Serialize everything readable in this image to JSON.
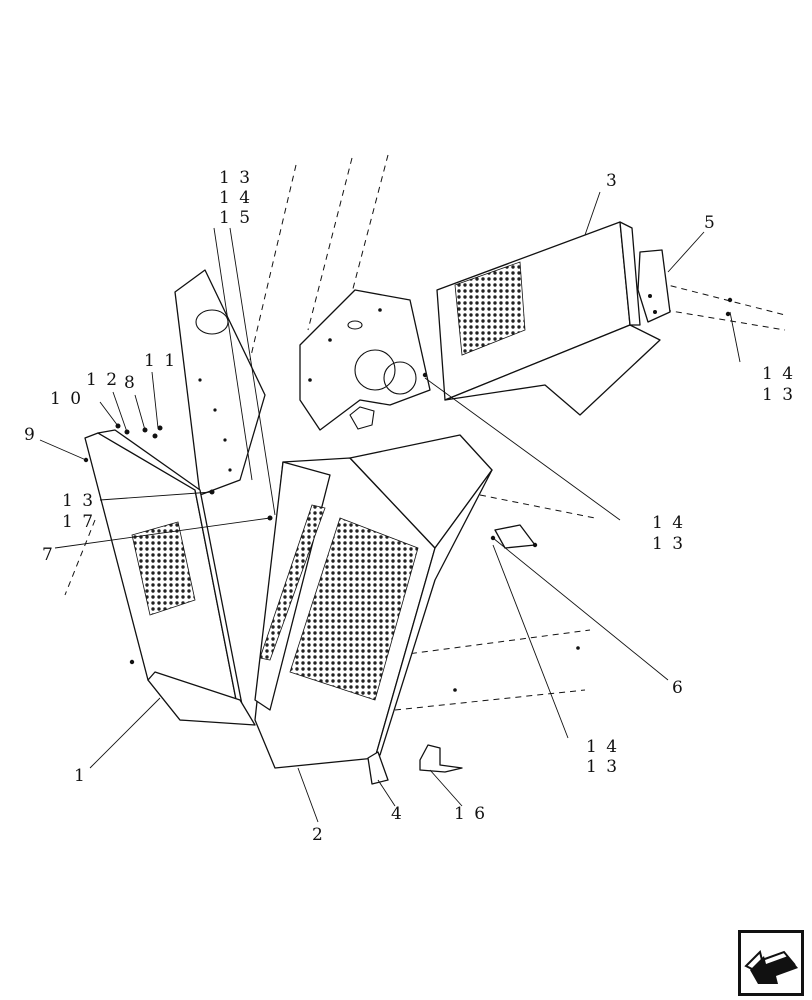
{
  "callouts": {
    "c1": "1",
    "c2": "2",
    "c3": "3",
    "c4": "4",
    "c5": "5",
    "c6": "6",
    "c7": "7",
    "c8": "8",
    "c9": "9",
    "c10": "1 0",
    "c11": "1 1",
    "c12": "1 2",
    "c13a": "1 3",
    "c14a": "1 4",
    "c15a": "1 5",
    "c13b": "1 3",
    "c17b": "1 7",
    "c14c": "1 4",
    "c13c": "1 3",
    "c14d": "1 4",
    "c13d": "1 3",
    "c14e": "1 4",
    "c13e": "1 3",
    "c16": "1 6"
  },
  "nav": {
    "icon": "previous-page-arrow-icon"
  }
}
